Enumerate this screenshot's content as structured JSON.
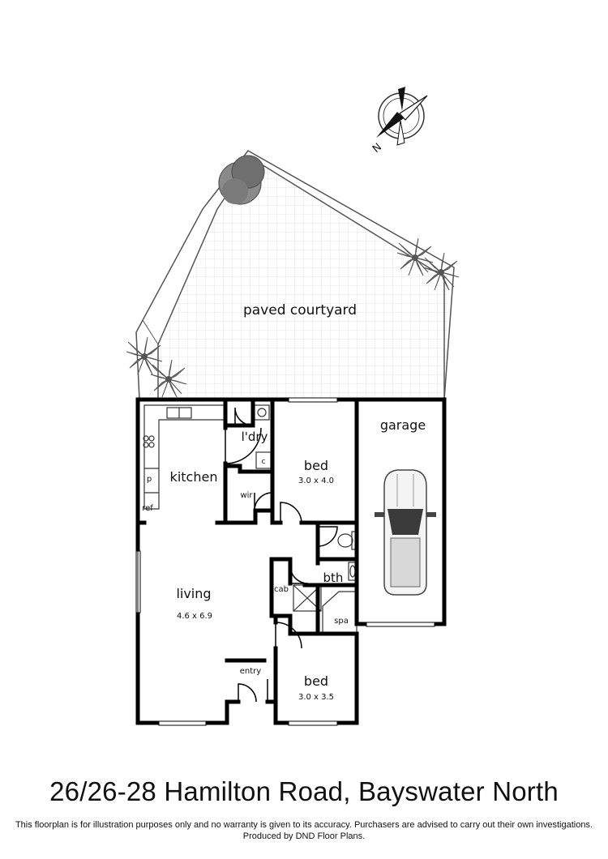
{
  "rooms": {
    "courtyard": "paved courtyard",
    "garage": "garage",
    "laundry": "l'dry",
    "kitchen": "kitchen",
    "bed1": "bed",
    "bed1_size": "3.0 x 4.0",
    "bed2": "bed",
    "bed2_size": "3.0 x 3.5",
    "living": "living",
    "living_size": "4.6 x 6.9",
    "bath": "bth",
    "spa": "spa",
    "cabinet": "cab",
    "wir": "wir",
    "entry": "entry",
    "pantry": "p",
    "fridge": "ref",
    "cupboard": "c"
  },
  "compass": {
    "label": "N"
  },
  "title": "26/26-28 Hamilton Road, Bayswater North",
  "disclaimer": {
    "line1": "This floorplan is for illustration purposes only and no warranty is given to its accuracy. Purchasers are advised to carry out their own investigations.",
    "line2": "Produced by DND Floor Plans."
  }
}
